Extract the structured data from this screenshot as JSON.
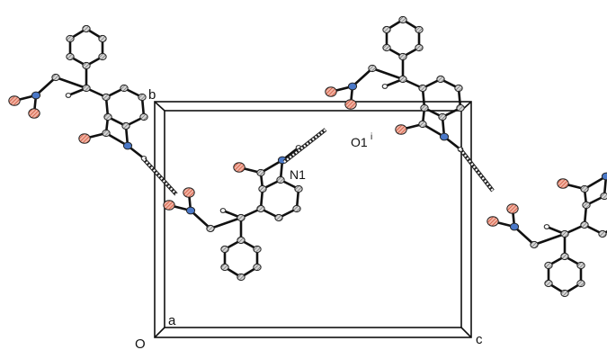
{
  "labels": {
    "origin": "O",
    "axis_a": "a",
    "axis_b": "b",
    "axis_c": "c",
    "atom_n1": "N1",
    "atom_o1": "O1",
    "atom_o1_superscript": "i"
  },
  "colors": {
    "carbon": "#9a9a9a",
    "nitrogen": "#4a78c8",
    "oxygen": "#d9583c",
    "hydrogen": "#ffffff",
    "bond": "#111111",
    "cell_edge": "#111111"
  }
}
